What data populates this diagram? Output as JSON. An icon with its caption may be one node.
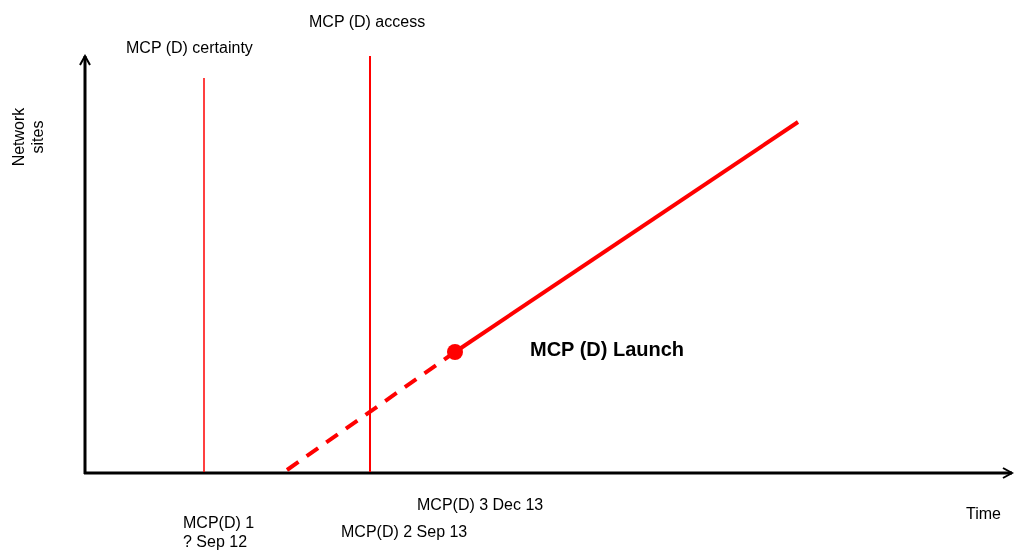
{
  "diagram": {
    "labels": [
      "Network sites",
      "MCP (D) access",
      "MCP (D) certainty",
      "MCP (D) Launch",
      "MCP(D) 3 Dec 13",
      "MCP(D) 1 ? Sep 12",
      "MCP(D) 2 Sep 13",
      "Time"
    ]
  }
}
